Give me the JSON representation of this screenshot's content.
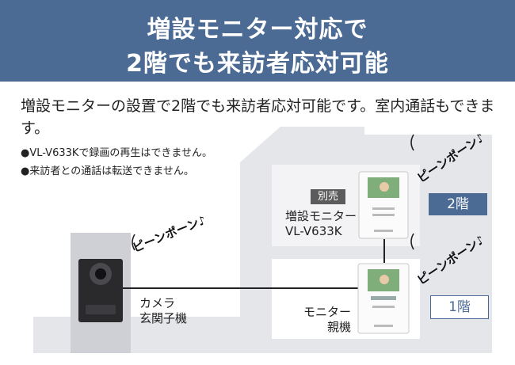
{
  "header": {
    "line1": "増設モニター対応で",
    "line2": "2階でも来訪者応対可能"
  },
  "description": "増設モニターの設置で2階でも来訪者応対可能です。室内通話もできます。",
  "notes": [
    "●VL-V633Kで録画の再生はできません。",
    "●来訪者との通話は転送できません。"
  ],
  "badge": "別売",
  "sub_monitor": {
    "line1": "増設モニター",
    "line2": "VL-V633K"
  },
  "camera": {
    "line1": "カメラ",
    "line2": "玄関子機"
  },
  "main_monitor": {
    "line1": "モニター",
    "line2": "親機"
  },
  "floors": {
    "second": "2階",
    "first": "1階"
  },
  "chime": "ピーンポーン♪",
  "colors": {
    "header": "#4b6a94",
    "house": "#e8e8ec",
    "accent": "#4b6a94"
  }
}
